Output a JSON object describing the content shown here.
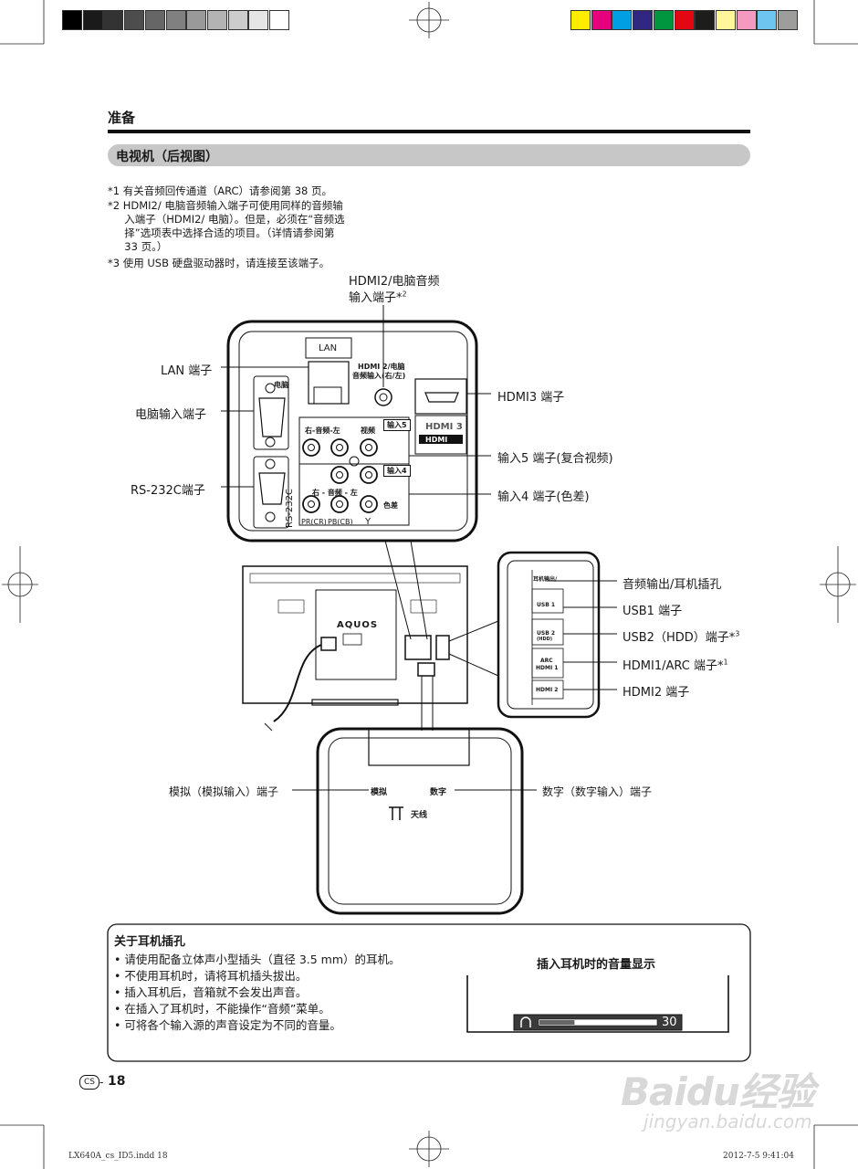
{
  "header": {
    "section_title": "准备",
    "subsection_title": "电视机（后视图）"
  },
  "notes": [
    "*1 有关音频回传通道（ARC）请参阅第 38 页。",
    "*2 HDMI2/ 电脑音频输入端子可使用同样的音频输",
    "     入端子（HDMI2/ 电脑）。但是，必须在“音频选",
    "     择”选项表中选择合适的项目。（详情请参阅第",
    "     33 页。）",
    "*3 使用 USB 硬盘驱动器时，请连接至该端子。"
  ],
  "callouts": {
    "hdmi2_pc_audio_1": "HDMI2/电脑音频",
    "hdmi2_pc_audio_2": "输入端子*",
    "hdmi2_pc_audio_sup": "2",
    "lan": "LAN 端子",
    "pc_input": "电脑输入端子",
    "rs232c": "RS-232C端子",
    "hdmi3": "HDMI3 端子",
    "input5": "输入5 端子(复合视频)",
    "input4": "输入4 端子(色差)",
    "audio_out": "音频输出/耳机插孔",
    "usb1": "USB1 端子",
    "usb2": "USB2（HDD）端子*",
    "usb2_sup": "3",
    "hdmi1": "HDMI1/ARC 端子*",
    "hdmi1_sup": "1",
    "hdmi2": "HDMI2 端子",
    "analog": "模拟（模拟输入）端子",
    "digital": "数字（数字输入）端子"
  },
  "panel": {
    "lan": "LAN",
    "hdmi2_pc_line1": "HDMI 2/电脑",
    "hdmi2_pc_line2": "音频输入(右/左)",
    "pc": "电脑",
    "input5": "输入5",
    "r_audio_l": "右-音频-左",
    "video": "视频",
    "input4": "输入4",
    "r_audio_l_2": "右 - 音频 - 左",
    "component": "色差",
    "pr": "PR(CR)",
    "pb": "PB(CB)",
    "y": "Y",
    "rs232c": "RS-232C",
    "hdmi3": "HDMI 3",
    "hdmi_logo": "HDMI",
    "aquos": "AQUOS",
    "headphone": "耳机输出/",
    "usb1": "USB 1",
    "usb2": "USB 2",
    "usb2_hdd": "(HDD)",
    "hdmi1_arc": "ARC",
    "hdmi1": "HDMI 1",
    "hdmi2": "HDMI 2",
    "analog": "模拟",
    "digital": "数字",
    "antenna": "天线"
  },
  "headphone_box": {
    "title": "关于耳机插孔",
    "items": [
      "请使用配备立体声小型插头（直径 3.5 mm）的耳机。",
      "不使用耳机时，请将耳机插头拔出。",
      "插入耳机后，音箱就不会发出声音。",
      "在插入了耳机时，不能操作“音频”菜单。",
      "可将各个输入源的声音设定为不同的音量。"
    ],
    "volume_title": "插入耳机时的音量显示",
    "volume_value": "30",
    "volume_level": 0.3
  },
  "footer": {
    "lang_badge": "CS",
    "page_number": "18",
    "file": "LX640A_cs_ID5.indd   18",
    "timestamp": "2012-7-5   9:41:04"
  },
  "watermark": {
    "logo": "Baidu经验",
    "url": "jingyan.baidu.com"
  },
  "colors": {
    "gray_bar": [
      "#000000",
      "#1a1a1a",
      "#333333",
      "#4d4d4d",
      "#666666",
      "#808080",
      "#999999",
      "#b3b3b3",
      "#cccccc",
      "#e6e6e6",
      "#ffffff"
    ],
    "color_bar": [
      "#ffed00",
      "#e6007e",
      "#009fe3",
      "#312783",
      "#009640",
      "#e30613",
      "#1d1d1b",
      "#fff59b",
      "#f49ac1",
      "#6ec6f0",
      "#9d9d9c"
    ],
    "subtitle_bar": "#c7c7c7"
  }
}
